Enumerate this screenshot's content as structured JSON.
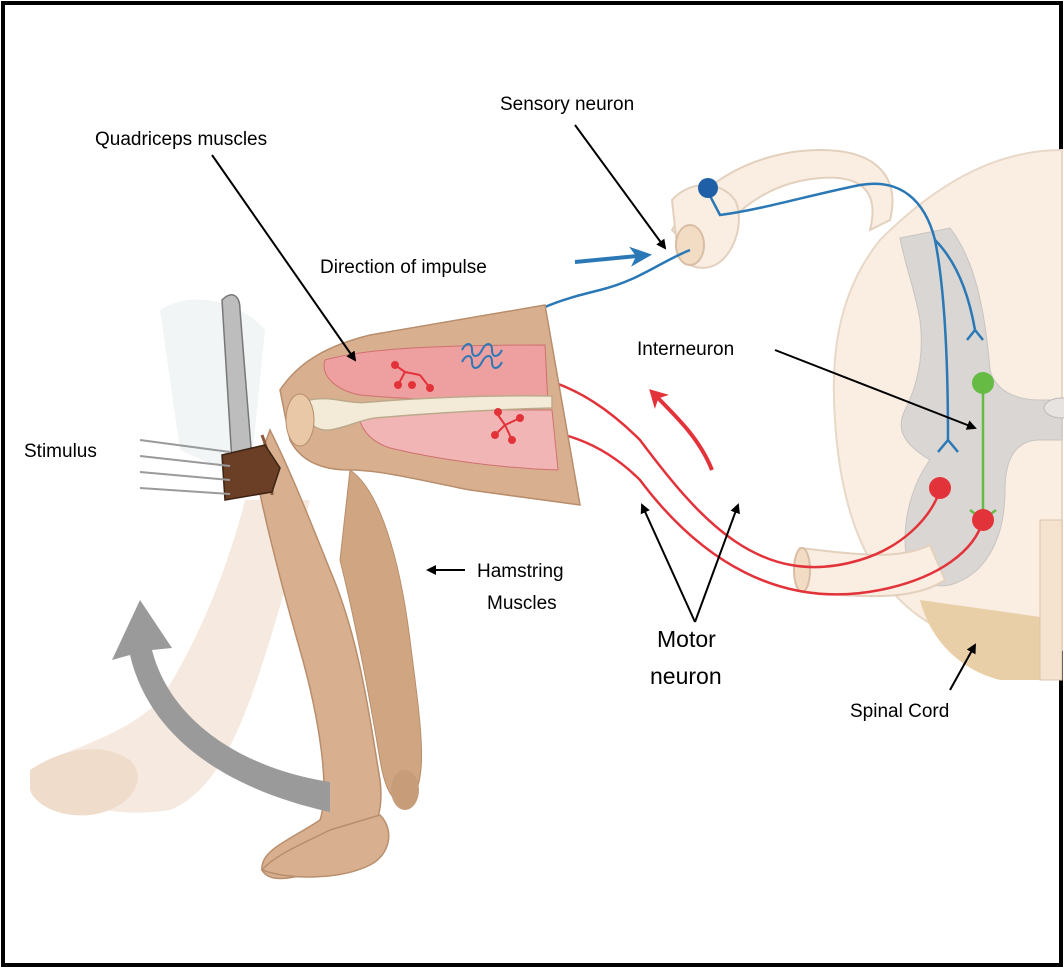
{
  "labels": {
    "sensory_neuron": "Sensory neuron",
    "quadriceps": "Quadriceps muscles",
    "direction": "Direction of impulse",
    "interneuron": "Interneuron",
    "stimulus": "Stimulus",
    "hamstring_line1": "Hamstring",
    "hamstring_line2": "Muscles",
    "motor_line1": "Motor",
    "motor_line2": "neuron",
    "spinal_cord": "Spinal Cord"
  },
  "colors": {
    "sensory": "#2a78b5",
    "motor": "#e3333a",
    "interneuron": "#66bb44",
    "skin": "#d8b090",
    "muscle": "#eea0a0",
    "grey_matter": "#d9d6d4",
    "white_matter": "#faeee3",
    "arrow_grey": "#9a9a9a"
  }
}
